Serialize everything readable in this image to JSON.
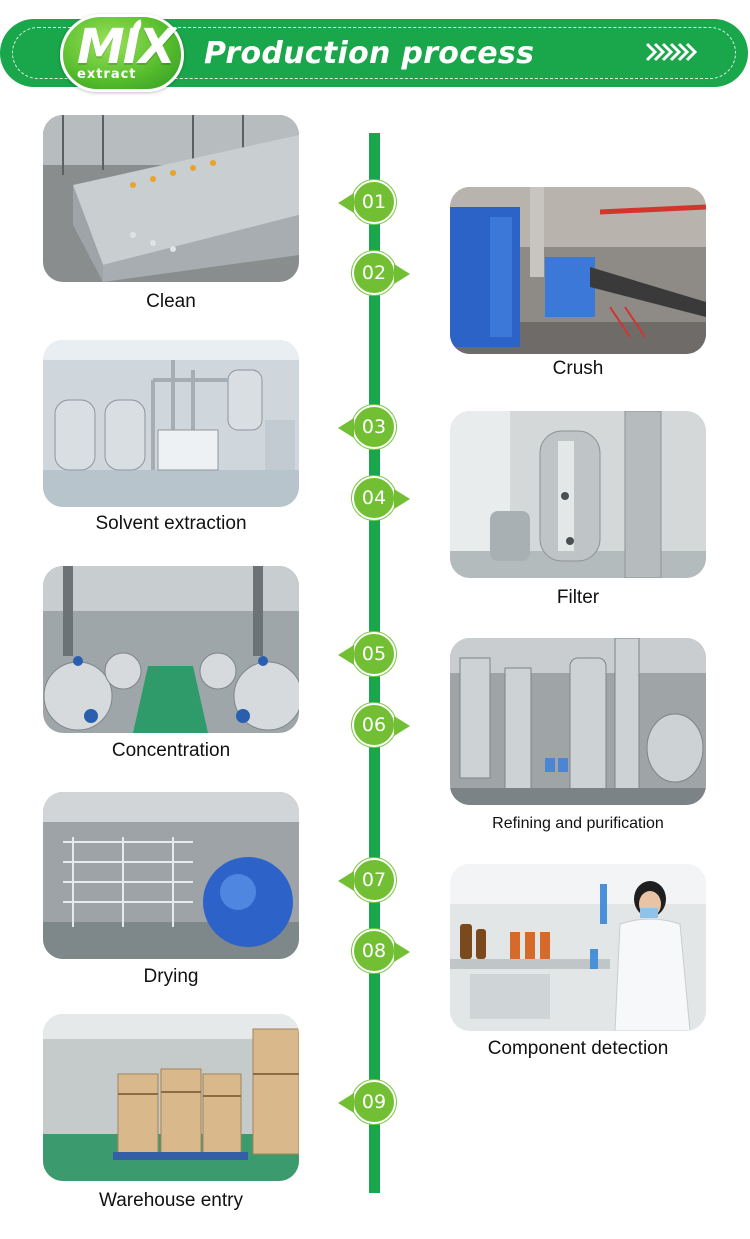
{
  "header": {
    "logo_word": "MIX",
    "logo_sub": "extract",
    "title": "Production process"
  },
  "steps": [
    {
      "number": "01",
      "label": "Clean"
    },
    {
      "number": "02",
      "label": "Crush"
    },
    {
      "number": "03",
      "label": "Solvent extraction"
    },
    {
      "number": "04",
      "label": "Filter"
    },
    {
      "number": "05",
      "label": "Concentration"
    },
    {
      "number": "06",
      "label": "Refining and purification"
    },
    {
      "number": "07",
      "label": "Drying"
    },
    {
      "number": "08",
      "label": "Component detection"
    },
    {
      "number": "09",
      "label": "Warehouse entry"
    }
  ],
  "colors": {
    "brand_green": "#1aa64a",
    "node_green": "#72bf33",
    "logo_green": "#59bf2e"
  }
}
